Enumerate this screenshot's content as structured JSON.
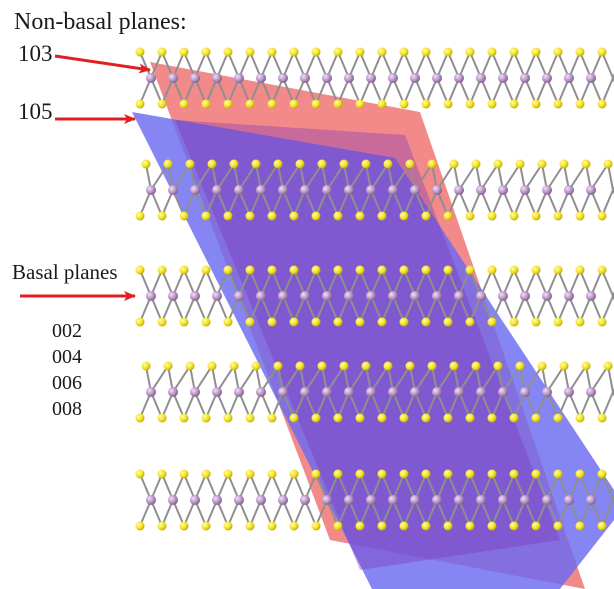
{
  "labels": {
    "title": "Non-basal planes:",
    "plane_103": "103",
    "plane_105": "105",
    "basal": "Basal planes",
    "basal_indices": [
      "002",
      "004",
      "006",
      "008"
    ]
  },
  "colors": {
    "background": "#ffffff",
    "plane_103": "#f07a7a",
    "plane_105": "#6f6ff0",
    "arrow": "#e02020",
    "sulfur_atom": "#f2e21c",
    "metal_atom": "#b58ec2",
    "bond": "#8f8f8f",
    "text": "#1a1a1a"
  },
  "structure": {
    "layer_count": 5,
    "atom_rows_per_layer": 3
  }
}
